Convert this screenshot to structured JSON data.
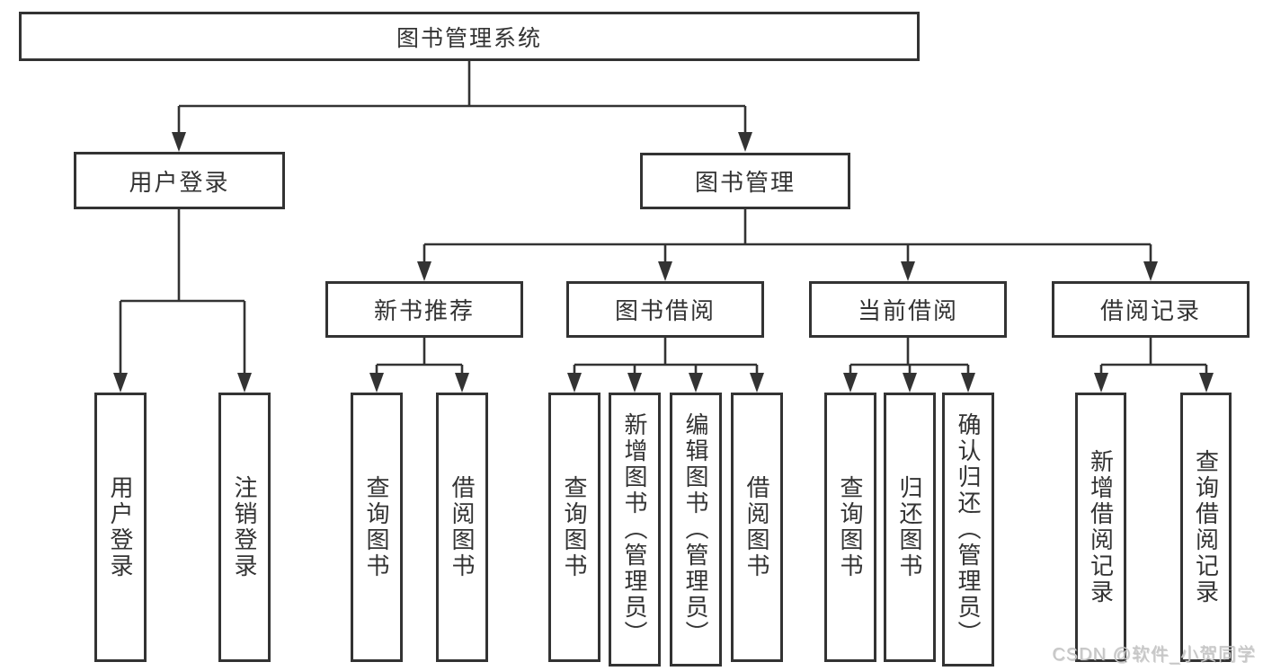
{
  "diagram": {
    "root": {
      "label": "图书管理系统"
    },
    "level2": [
      {
        "label": "用户登录"
      },
      {
        "label": "图书管理"
      }
    ],
    "level3": [
      {
        "label": "新书推荐"
      },
      {
        "label": "图书借阅"
      },
      {
        "label": "当前借阅"
      },
      {
        "label": "借阅记录"
      }
    ],
    "leaves": {
      "user_login": [
        {
          "label": "用户登录"
        },
        {
          "label": "注销登录"
        }
      ],
      "new_book": [
        {
          "label": "查询图书"
        },
        {
          "label": "借阅图书"
        }
      ],
      "book_borrow": [
        {
          "label": "查询图书"
        },
        {
          "label": "新增图书（管理员）"
        },
        {
          "label": "编辑图书（管理员）"
        },
        {
          "label": "借阅图书"
        }
      ],
      "current_borrow": [
        {
          "label": "查询图书"
        },
        {
          "label": "归还图书"
        },
        {
          "label": "确认归还（管理员）"
        }
      ],
      "borrow_records": [
        {
          "label": "新增借阅记录"
        },
        {
          "label": "查询借阅记录"
        }
      ]
    }
  },
  "watermark": {
    "text": "CSDN @软件_小贺同学"
  },
  "colors": {
    "line": "#333333",
    "text": "#333333",
    "box_background": "#ffffff",
    "watermark": "#c6c6c6",
    "background": "#ffffff"
  }
}
